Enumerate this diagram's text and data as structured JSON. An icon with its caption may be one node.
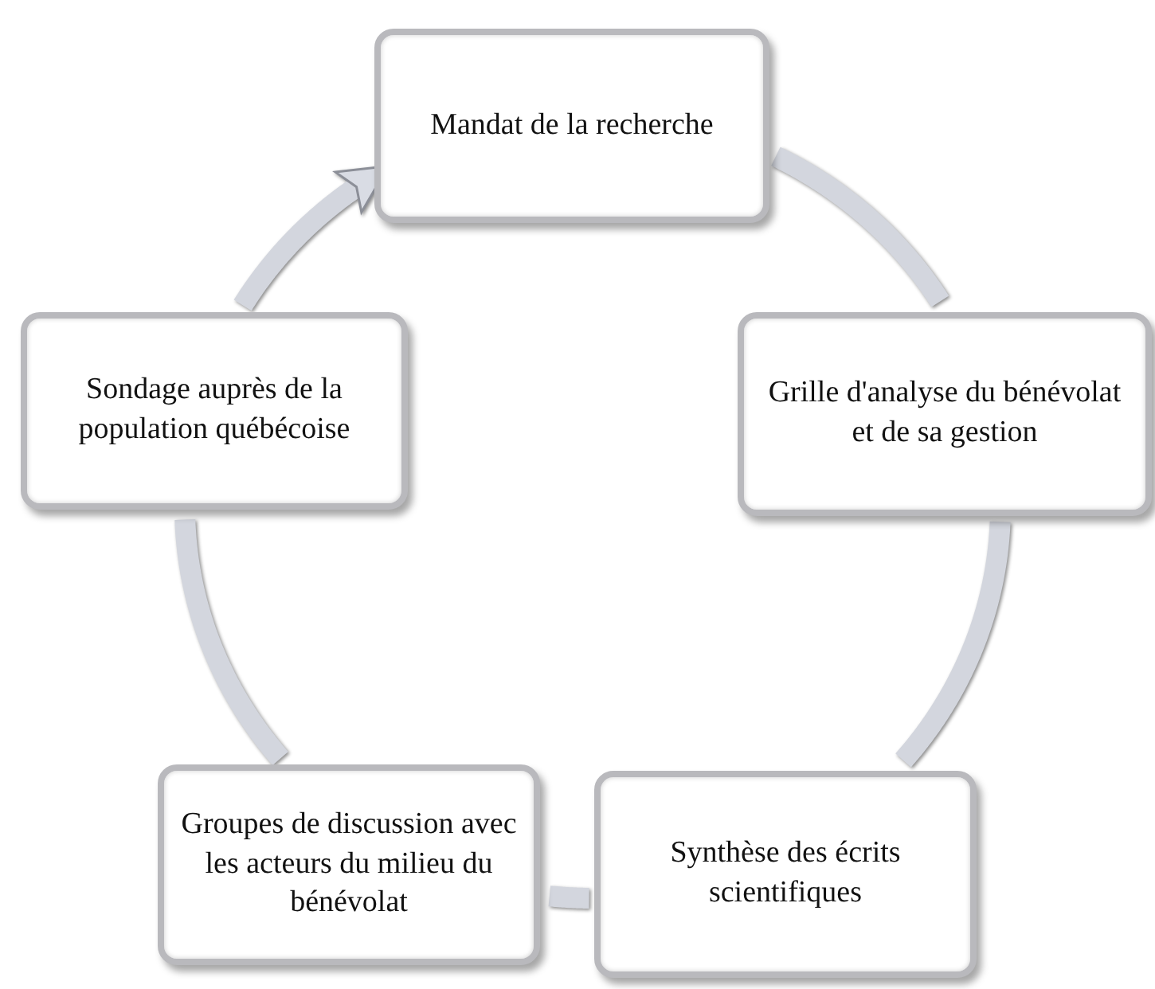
{
  "diagram": {
    "nodes": [
      {
        "text": [
          "Mandat de la recherche"
        ]
      },
      {
        "text": [
          "Grille d'analyse du bénévolat et de sa gestion"
        ]
      },
      {
        "text": [
          "Synthèse des écrits scientifiques"
        ]
      },
      {
        "text": [
          "Groupes de discussion avec les acteurs du milieu du bénévolat"
        ]
      },
      {
        "text": [
          "Sondage auprès de la population québécoise"
        ]
      }
    ],
    "edges": [
      {
        "from": 0,
        "to": 1,
        "arrow": "none"
      },
      {
        "from": 1,
        "to": 2,
        "arrow": "none"
      },
      {
        "from": 2,
        "to": 3,
        "arrow": "none"
      },
      {
        "from": 3,
        "to": 4,
        "arrow": "none"
      },
      {
        "from": 4,
        "to": 0,
        "arrow": "to"
      }
    ]
  }
}
